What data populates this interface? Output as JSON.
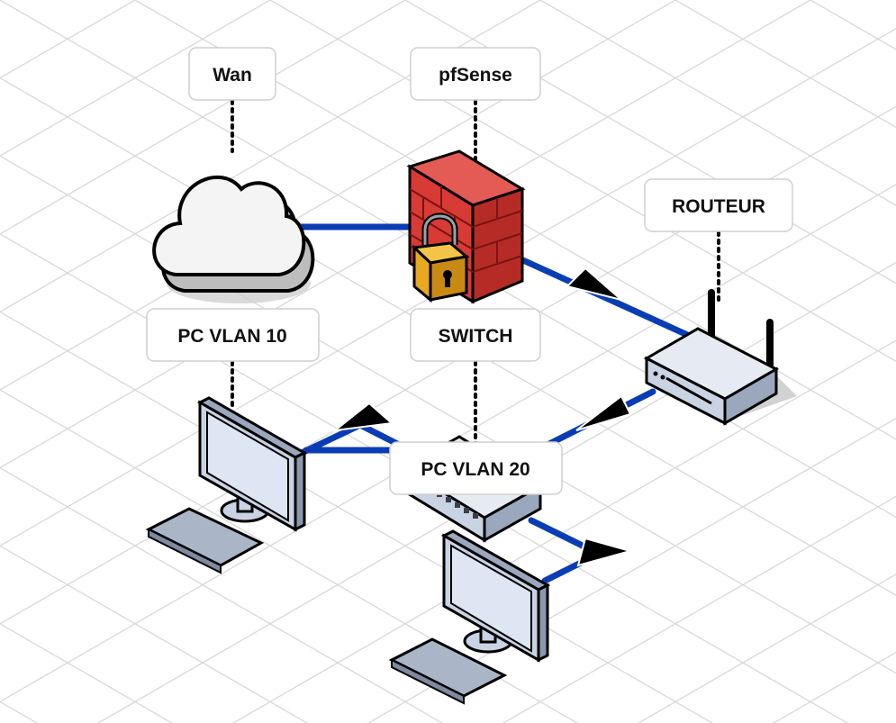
{
  "diagram": {
    "nodes": [
      {
        "id": "wan",
        "label": "Wan",
        "icon": "cloud-icon"
      },
      {
        "id": "pfsense",
        "label": "pfSense",
        "icon": "firewall-icon"
      },
      {
        "id": "routeur",
        "label": "ROUTEUR",
        "icon": "router-icon"
      },
      {
        "id": "pc10",
        "label": "PC VLAN 10",
        "icon": "desktop-pc-icon"
      },
      {
        "id": "switch",
        "label": "SWITCH",
        "icon": "switch-icon"
      },
      {
        "id": "pc20",
        "label": "PC VLAN 20",
        "icon": "desktop-pc-icon"
      }
    ],
    "edges": [
      {
        "from": "wan",
        "to": "pfsense",
        "arrow": false
      },
      {
        "from": "pfsense",
        "to": "routeur",
        "arrow": true
      },
      {
        "from": "routeur",
        "to": "switch",
        "arrow": true
      },
      {
        "from": "switch",
        "to": "pc10",
        "arrow": true
      },
      {
        "from": "switch",
        "to": "pc20",
        "arrow": true
      }
    ],
    "colors": {
      "link": "#0a3db5",
      "grid": "#d4d4d4",
      "firewall_brick": "#d83a35",
      "lock": "#e8a820",
      "device": "#c9d3e3",
      "cloud": "#f2f2f2"
    }
  }
}
